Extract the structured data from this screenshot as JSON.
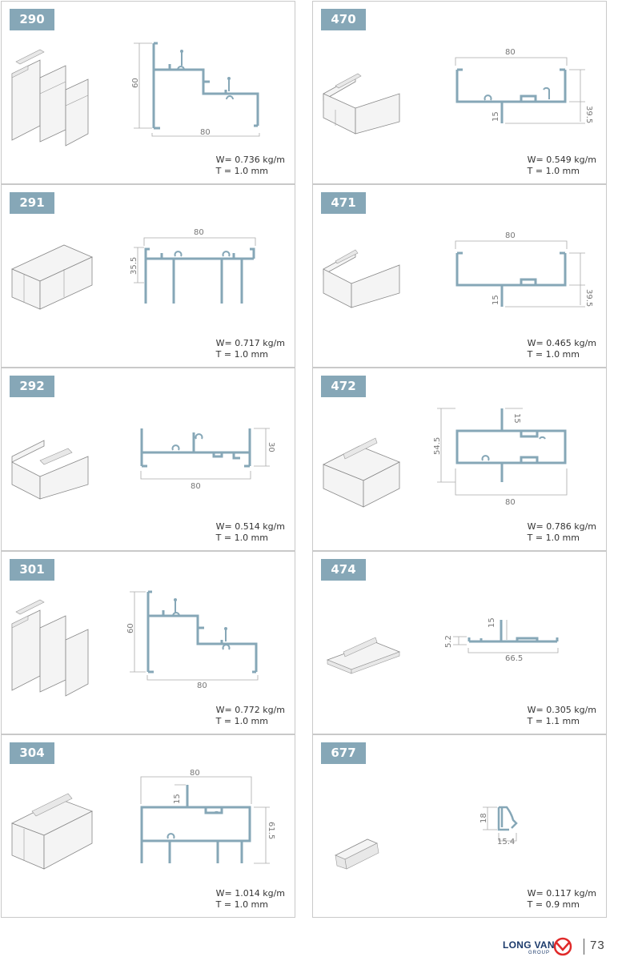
{
  "profiles": [
    {
      "code": "290",
      "weight": "W= 0.736 kg/m",
      "thickness": "T = 1.0 mm",
      "dims": [
        "60",
        "80"
      ]
    },
    {
      "code": "470",
      "weight": "W= 0.549 kg/m",
      "thickness": "T = 1.0 mm",
      "dims": [
        "80",
        "39.5",
        "15"
      ]
    },
    {
      "code": "291",
      "weight": "W= 0.717 kg/m",
      "thickness": "T = 1.0 mm",
      "dims": [
        "80",
        "35.5"
      ]
    },
    {
      "code": "471",
      "weight": "W= 0.465 kg/m",
      "thickness": "T = 1.0 mm",
      "dims": [
        "80",
        "39.5",
        "15"
      ]
    },
    {
      "code": "292",
      "weight": "W= 0.514 kg/m",
      "thickness": "T = 1.0 mm",
      "dims": [
        "30",
        "80"
      ]
    },
    {
      "code": "472",
      "weight": "W= 0.786 kg/m",
      "thickness": "T = 1.0 mm",
      "dims": [
        "54.5",
        "15",
        "80"
      ]
    },
    {
      "code": "301",
      "weight": "W= 0.772 kg/m",
      "thickness": "T = 1.0 mm",
      "dims": [
        "60",
        "80"
      ]
    },
    {
      "code": "474",
      "weight": "W= 0.305 kg/m",
      "thickness": "T = 1.1 mm",
      "dims": [
        "5.2",
        "15",
        "66.5"
      ]
    },
    {
      "code": "304",
      "weight": "W= 1.014 kg/m",
      "thickness": "T = 1.0 mm",
      "dims": [
        "80",
        "15",
        "61.5"
      ]
    },
    {
      "code": "677",
      "weight": "W= 0.117 kg/m",
      "thickness": "T = 0.9 mm",
      "dims": [
        "18",
        "15.4"
      ]
    }
  ],
  "footer": {
    "brand": "LONG VAN",
    "brand_sub": "GROUP",
    "page": "73",
    "logo": "longvan-logo-icon"
  },
  "colors": {
    "accent": "#86a7b7",
    "border": "#c9c9c9",
    "brand": "#1b3a6b"
  }
}
